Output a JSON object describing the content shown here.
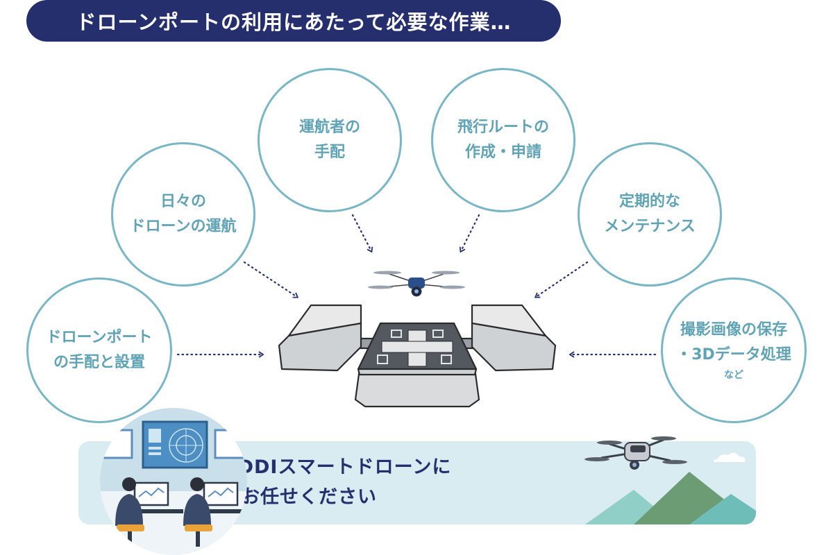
{
  "header": {
    "title": "ドローンポートの利用にあたって必要な作業…"
  },
  "bubbles": {
    "daily": {
      "line1": "日々の",
      "line2": "ドローンの運航"
    },
    "operator": {
      "line1": "運航者の",
      "line2": "手配"
    },
    "route": {
      "line1": "飛行ルートの",
      "line2": "作成・申請"
    },
    "maintenance": {
      "line1": "定期的な",
      "line2": "メンテナンス"
    },
    "setup": {
      "line1": "ドローンポート",
      "line2": "の手配と設置"
    },
    "storage": {
      "line1": "撮影画像の保存",
      "line2": "・3Dデータ処理",
      "note": "など"
    }
  },
  "banner": {
    "line1": "すべてKDDIスマートドローンに",
    "line2": "お任せください"
  },
  "colors": {
    "navy": "#252f6e",
    "bubble_border": "#79b6c6",
    "bubble_text": "#5fa3b5",
    "banner_bg": "#d9ecf2",
    "mountain_green": "#6b9c74",
    "mountain_teal": "#6fbdb8"
  },
  "icons": [
    "drone-port-illustration",
    "drone-icon",
    "large-drone-icon",
    "control-room-illustration",
    "mountain-illustration",
    "cloud-icon"
  ]
}
